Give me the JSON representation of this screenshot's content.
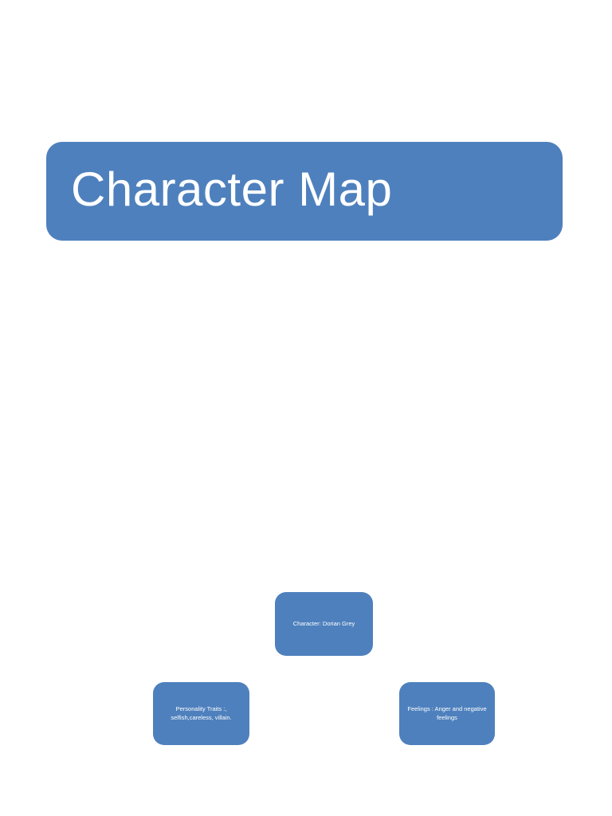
{
  "page": {
    "background_color": "#ffffff",
    "accent_color": "#4e80bd",
    "text_color": "#ffffff"
  },
  "title_banner": {
    "label": "Character Map"
  },
  "diagram": {
    "nodes": {
      "character": {
        "lines": {
          "0": "Character: Dorian Grey"
        }
      },
      "personality": {
        "lines": {
          "0": "Personality Traits :,",
          "1": "selfish,careless, villain."
        }
      },
      "feelings": {
        "lines": {
          "0": "Feelings : Anger and negative",
          "1": "feelings"
        }
      }
    }
  }
}
